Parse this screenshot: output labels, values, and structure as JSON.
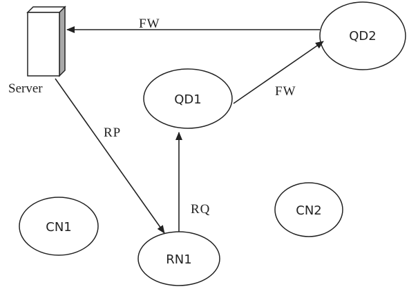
{
  "diagram": {
    "server": {
      "label": "Server"
    },
    "nodes": {
      "qd2": {
        "label": "QD2"
      },
      "qd1": {
        "label": "QD1"
      },
      "rn1": {
        "label": "RN1"
      },
      "cn1": {
        "label": "CN1"
      },
      "cn2": {
        "label": "CN2"
      }
    },
    "edges": {
      "qd2_to_server": {
        "label": "FW"
      },
      "qd1_to_qd2": {
        "label": "FW"
      },
      "server_to_rn1": {
        "label": "RP"
      },
      "rn1_to_qd1": {
        "label": "RQ"
      }
    },
    "colors": {
      "stroke": "#222222",
      "server_face": "#ffffff",
      "server_side": "#a8a8a8"
    }
  }
}
